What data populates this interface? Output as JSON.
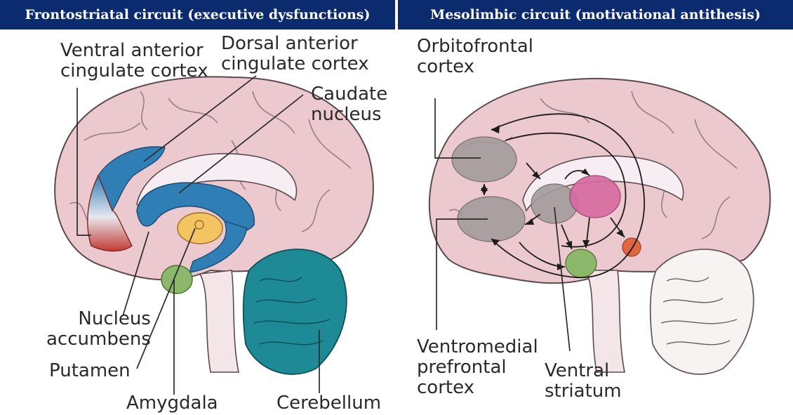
{
  "panels": [
    {
      "title": "Frontostriatal circuit (executive dysfunctions)",
      "labels": {
        "ventral_acc": "Ventral anterior\ncingulate cortex",
        "dorsal_acc": "Dorsal anterior\ncingulate cortex",
        "caudate": "Caudate\nnucleus",
        "nucleus_accumbens": "Nucleus\naccumbens",
        "putamen": "Putamen",
        "amygdala": "Amygdala",
        "cerebellum": "Cerebellum"
      }
    },
    {
      "title": "Mesolimbic circuit (motivational antithesis)",
      "labels": {
        "orbitofrontal": "Orbitofrontal\ncortex",
        "vmpfc": "Ventromedial\nprefrontal\ncortex",
        "ventral_striatum": "Ventral\nstriatum"
      }
    }
  ],
  "colors": {
    "header_bg": "#0c2b6e",
    "brain": "#ecc8cf",
    "caudate_blue": "#2f7fb6",
    "cerebellum_teal": "#1e8a96",
    "putamen_yellow": "#f4c463",
    "amygdala_green": "#8cb86b",
    "ventral_acc_red": "#c23a32",
    "region_gray": "#a39c9e",
    "vta_magenta": "#d66aa0",
    "nucleus_orange": "#e0663f"
  }
}
